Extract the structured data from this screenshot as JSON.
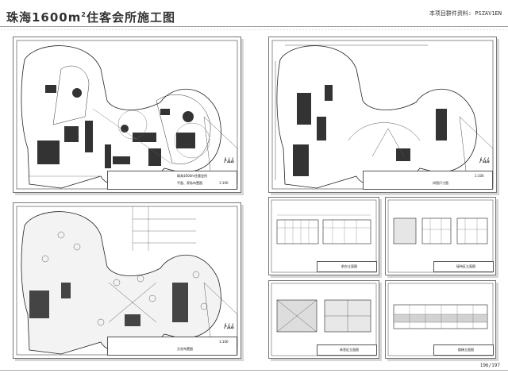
{
  "header": {
    "title_main": "珠海1600m",
    "title_sup": "2",
    "title_rest": "住客会所施工图",
    "source_label": "本项目群件资料: PSZAV1EN"
  },
  "sheets": {
    "plan1": {
      "project": "珠海1600m住客会所",
      "sheet_title": "平面、家私布置图",
      "scale": "1:100"
    },
    "plan2": {
      "sheet_title": "间墙尺寸图",
      "scale": "1:100"
    },
    "plan3": {
      "sheet_title": "天花布置图",
      "scale": "1:100"
    },
    "elev1": {
      "sheet_title": "前台立面图"
    },
    "elev2": {
      "sheet_title": "接待区立面图"
    },
    "elev3": {
      "sheet_title": "休息区立面图"
    },
    "elev4": {
      "sheet_title": "楼梯立面图"
    }
  },
  "footer": {
    "page": "196/197"
  }
}
